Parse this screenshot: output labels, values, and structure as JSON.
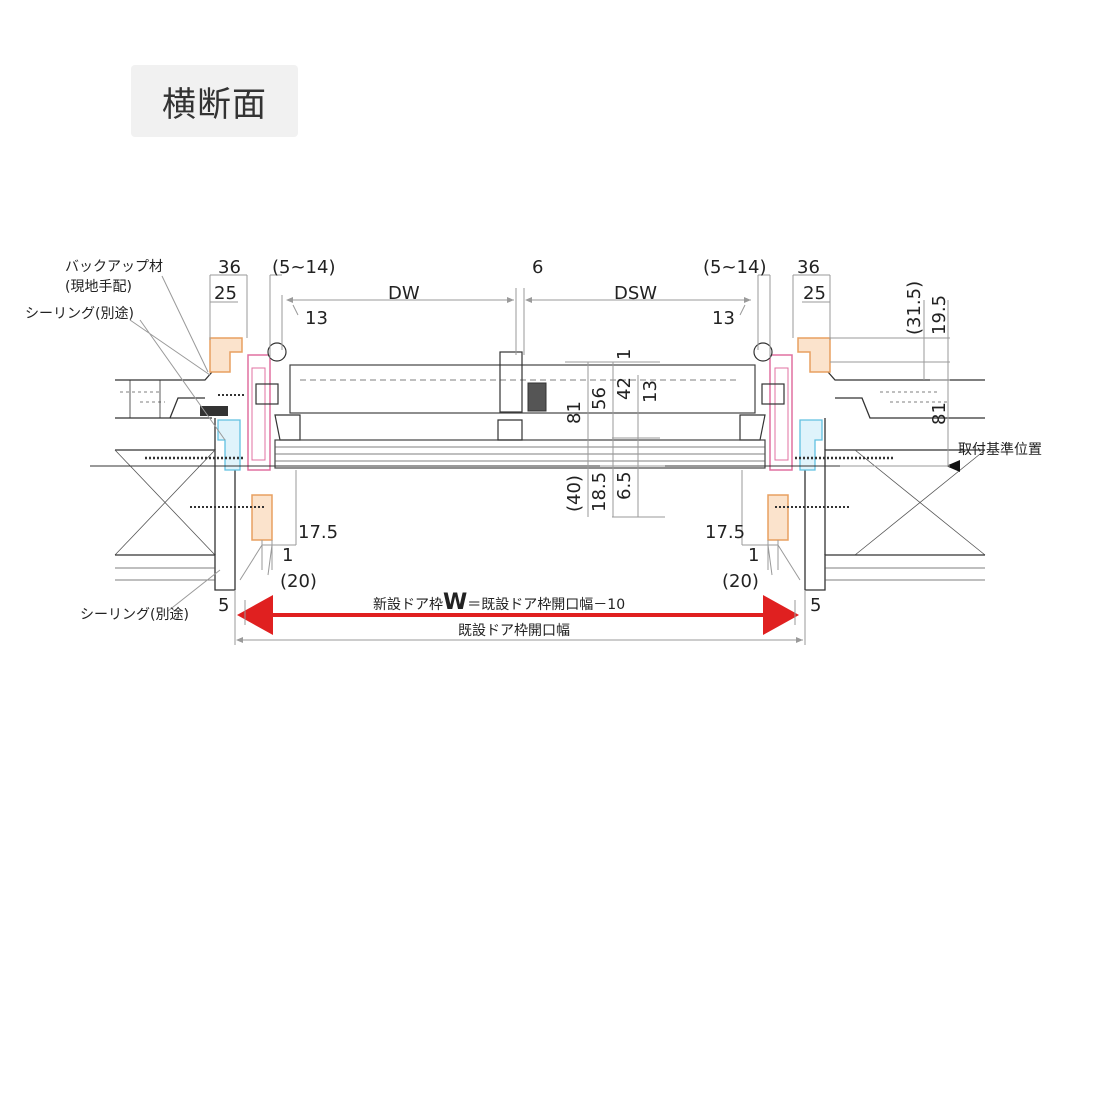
{
  "title": "横断面",
  "labels": {
    "backup_material": "バックアップ材",
    "backup_material_note": "(現地手配)",
    "sealing_top": "シーリング(別途)",
    "sealing_bottom": "シーリング(別途)",
    "reference_position": "取付基準位置",
    "new_frame_w_prefix": "新設ドア枠",
    "new_frame_w_symbol": "W",
    "new_frame_w_suffix": "＝既設ドア枠開口幅－10",
    "existing_opening": "既設ドア枠開口幅"
  },
  "dimensions": {
    "left_36": "36",
    "left_25": "25",
    "left_5_14": "(5~14)",
    "left_13": "13",
    "dw": "DW",
    "center_6": "6",
    "dsw": "DSW",
    "right_5_14": "(5~14)",
    "right_36": "36",
    "right_25": "25",
    "right_13": "13",
    "v_31_5": "(31.5)",
    "v_19_5": "19.5",
    "v_81_right": "81",
    "v_1": "1",
    "v_56": "56",
    "v_42": "42",
    "v_13": "13",
    "v_81_center": "81",
    "v_40": "(40)",
    "v_18_5": "18.5",
    "v_6_5": "6.5",
    "left_17_5": "17.5",
    "left_1": "1",
    "left_20": "(20)",
    "right_17_5": "17.5",
    "right_1": "1",
    "right_20": "(20)",
    "left_5": "5",
    "right_5": "5"
  },
  "colors": {
    "accent_arrow": "#e02020",
    "frame_orange": "#e8a060",
    "frame_pink": "#e070a0",
    "sealant_blue": "#60c0e0"
  }
}
